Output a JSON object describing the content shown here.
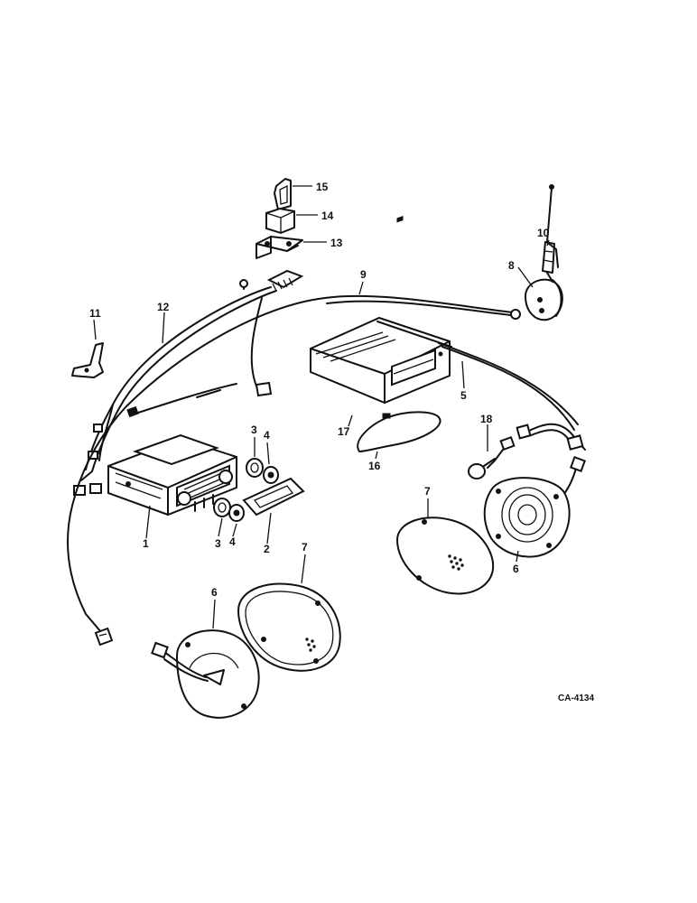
{
  "diagram": {
    "callouts": {
      "c1": "1",
      "c2": "2",
      "c3a": "3",
      "c3b": "3",
      "c4a": "4",
      "c4b": "4",
      "c5": "5",
      "c6a": "6",
      "c6b": "6",
      "c7a": "7",
      "c7b": "7",
      "c8": "8",
      "c9": "9",
      "c10": "10",
      "c11": "11",
      "c12": "12",
      "c13": "13",
      "c14": "14",
      "c15": "15",
      "c16": "16",
      "c17": "17",
      "c18": "18"
    },
    "drawing_code": "CA-4134"
  }
}
